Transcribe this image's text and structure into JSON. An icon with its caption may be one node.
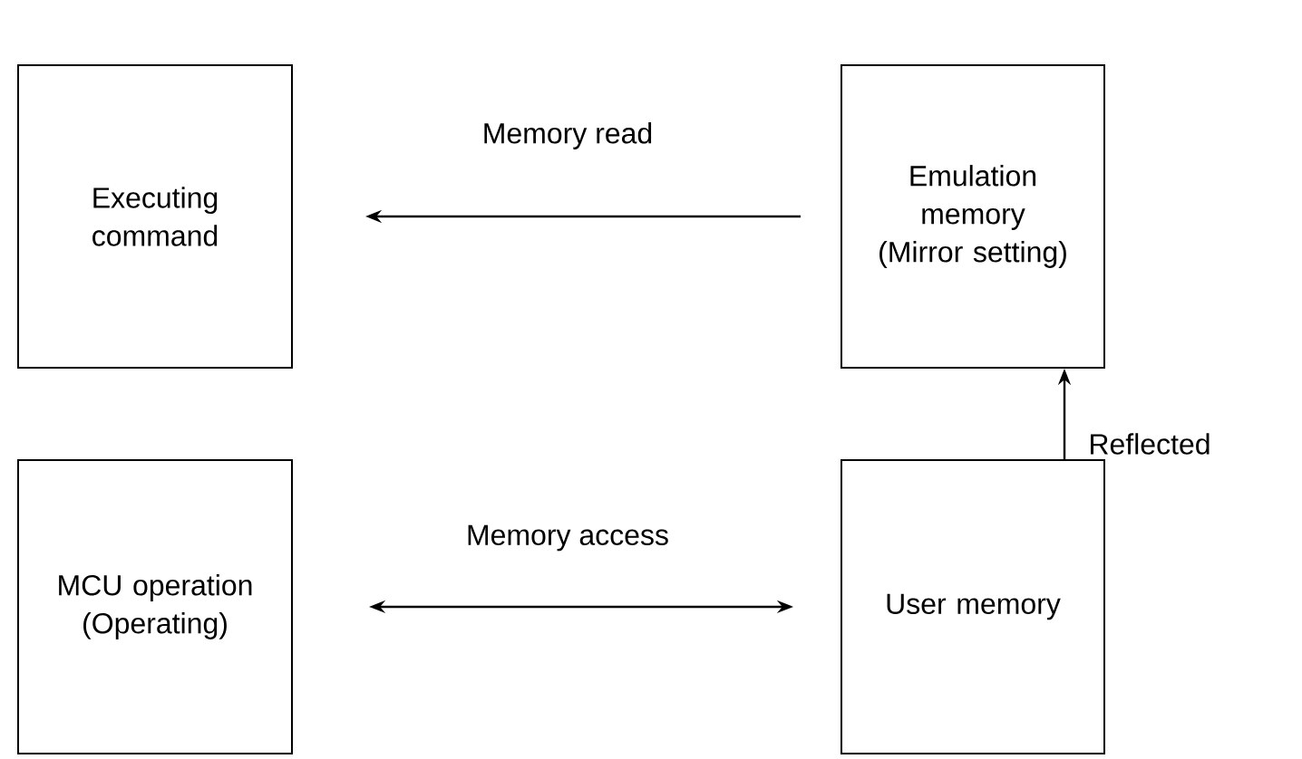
{
  "diagram": {
    "nodes": [
      {
        "text": [
          "Executing command"
        ]
      },
      {
        "text": [
          "Emulation memory (Mirror setting)"
        ]
      },
      {
        "text": [
          "MCU operation (Operating)"
        ]
      },
      {
        "text": [
          "User memory"
        ]
      }
    ],
    "edges": [
      {
        "from": 1,
        "to": 0,
        "arrow": "to",
        "label": "Memory read"
      },
      {
        "from": 2,
        "to": 3,
        "arrow": "both",
        "label": "Memory access"
      },
      {
        "from": 3,
        "to": 1,
        "arrow": "to",
        "label": "Reflected"
      }
    ]
  }
}
